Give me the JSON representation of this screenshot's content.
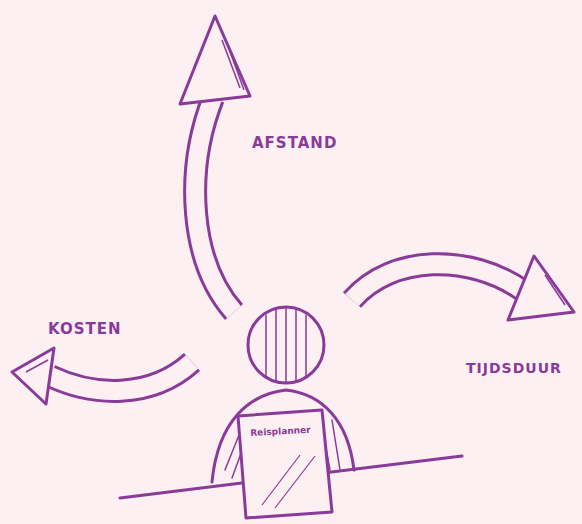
{
  "diagram": {
    "labels": [
      "AFSTAND",
      "KOSTEN",
      "TIJDSDUUR",
      "Reisplanner"
    ]
  }
}
